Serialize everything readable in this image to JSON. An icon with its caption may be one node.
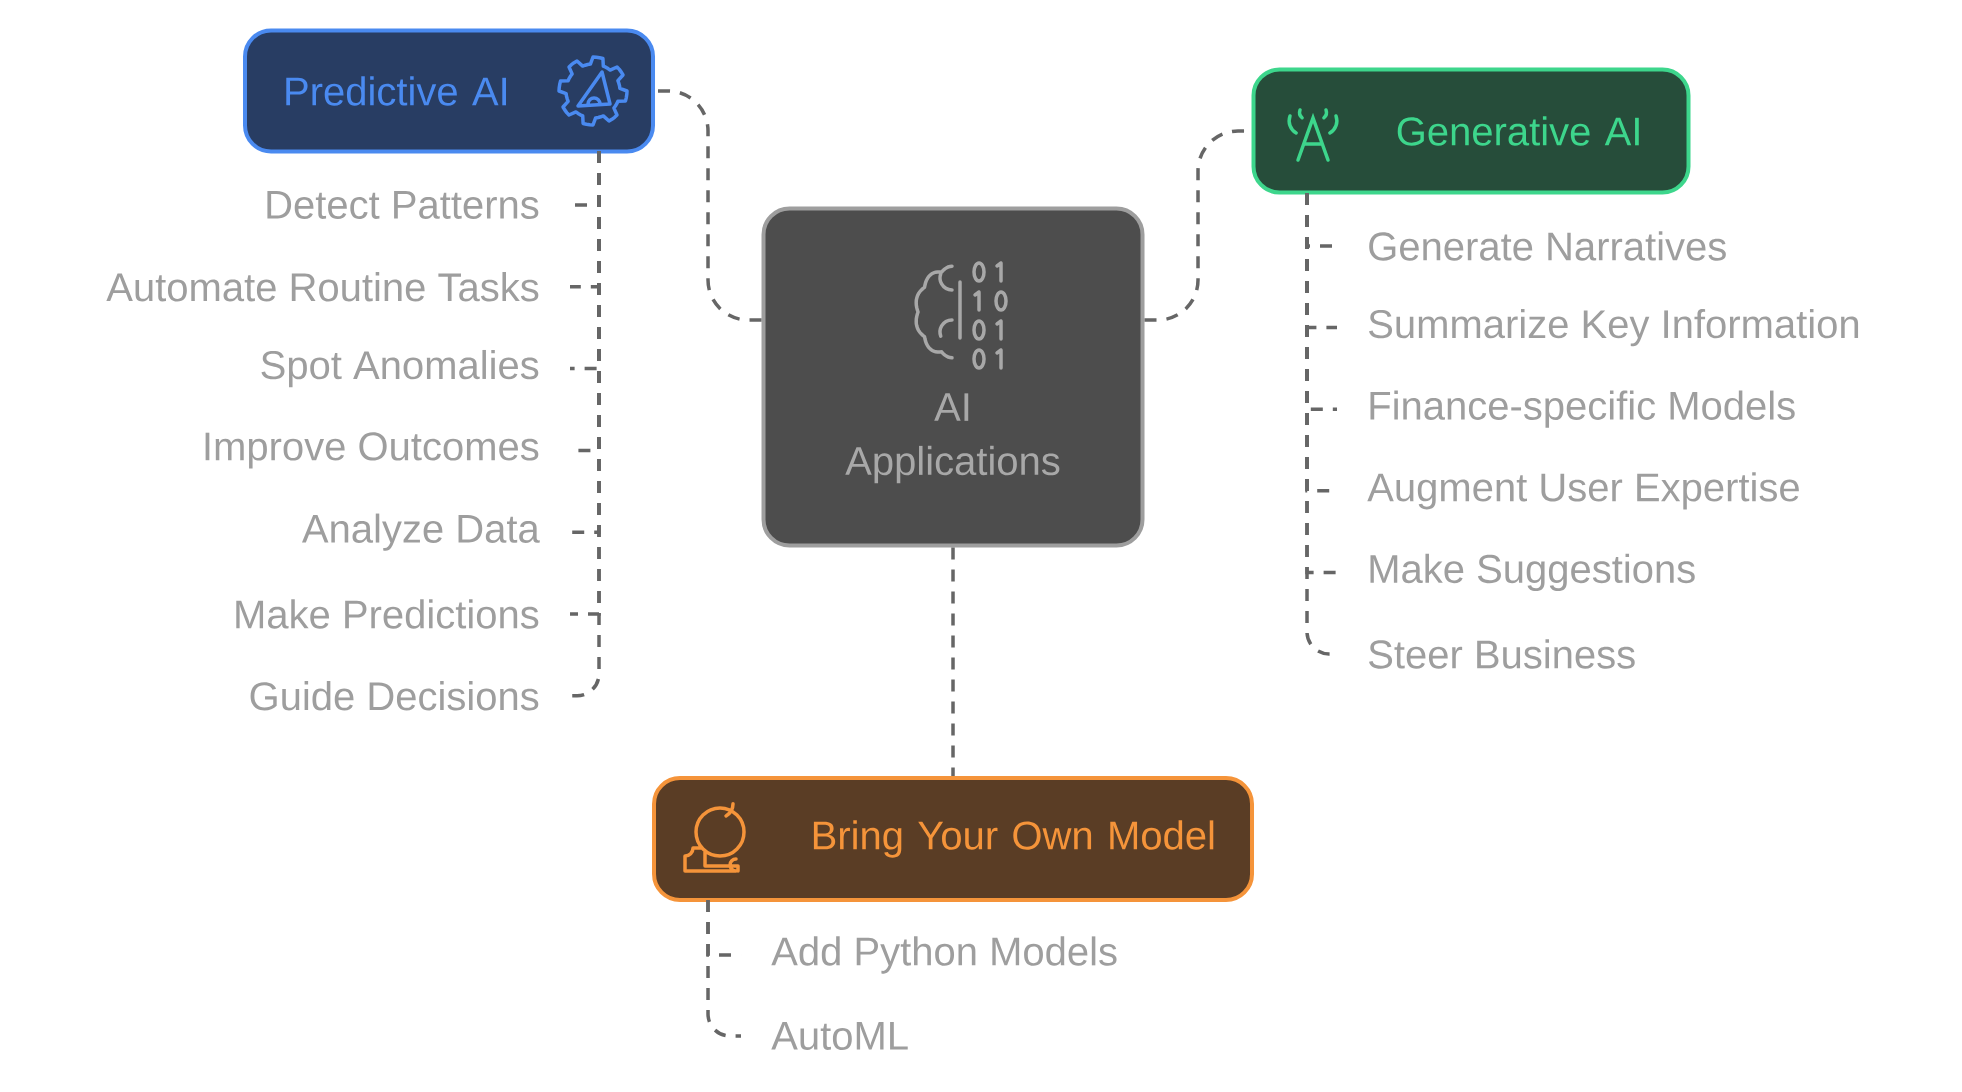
{
  "diagram": {
    "nodes": [
      {
        "text": [
          "Predictive AI"
        ]
      },
      {
        "text": [
          "Generative AI"
        ]
      },
      {
        "text": [
          "AI Applications"
        ]
      },
      {
        "text": [
          "Bring Your Own Model"
        ]
      },
      {
        "text": [
          "Detect Patterns"
        ]
      },
      {
        "text": [
          "Automate Routine Tasks"
        ]
      },
      {
        "text": [
          "Spot Anomalies"
        ]
      },
      {
        "text": [
          "Improve Outcomes"
        ]
      },
      {
        "text": [
          "Analyze Data"
        ]
      },
      {
        "text": [
          "Make Predictions"
        ]
      },
      {
        "text": [
          "Guide Decisions"
        ]
      },
      {
        "text": [
          "Generate Narratives"
        ]
      },
      {
        "text": [
          "Summarize Key Information"
        ]
      },
      {
        "text": [
          "Finance-specific Models"
        ]
      },
      {
        "text": [
          "Augment User Expertise"
        ]
      },
      {
        "text": [
          "Make Suggestions"
        ]
      },
      {
        "text": [
          "Steer Business"
        ]
      },
      {
        "text": [
          "Add Python Models"
        ]
      },
      {
        "text": [
          "AutoML"
        ]
      }
    ],
    "edges": [
      {
        "from": 2,
        "to": 0,
        "arrow": "none",
        "style": "dashed"
      },
      {
        "from": 2,
        "to": 1,
        "arrow": "none",
        "style": "dashed"
      },
      {
        "from": 2,
        "to": 3,
        "arrow": "none",
        "style": "dashed"
      },
      {
        "from": 0,
        "to": 4,
        "arrow": "none",
        "style": "dashed"
      },
      {
        "from": 0,
        "to": 5,
        "arrow": "none",
        "style": "dashed"
      },
      {
        "from": 0,
        "to": 6,
        "arrow": "none",
        "style": "dashed"
      },
      {
        "from": 0,
        "to": 7,
        "arrow": "none",
        "style": "dashed"
      },
      {
        "from": 0,
        "to": 8,
        "arrow": "none",
        "style": "dashed"
      },
      {
        "from": 0,
        "to": 9,
        "arrow": "none",
        "style": "dashed"
      },
      {
        "from": 0,
        "to": 10,
        "arrow": "none",
        "style": "dashed"
      },
      {
        "from": 1,
        "to": 11,
        "arrow": "none",
        "style": "dashed"
      },
      {
        "from": 1,
        "to": 12,
        "arrow": "none",
        "style": "dashed"
      },
      {
        "from": 1,
        "to": 13,
        "arrow": "none",
        "style": "dashed"
      },
      {
        "from": 1,
        "to": 14,
        "arrow": "none",
        "style": "dashed"
      },
      {
        "from": 1,
        "to": 15,
        "arrow": "none",
        "style": "dashed"
      },
      {
        "from": 1,
        "to": 16,
        "arrow": "none",
        "style": "dashed"
      },
      {
        "from": 3,
        "to": 17,
        "arrow": "none",
        "style": "dashed"
      },
      {
        "from": 3,
        "to": 18,
        "arrow": "none",
        "style": "dashed"
      }
    ]
  }
}
